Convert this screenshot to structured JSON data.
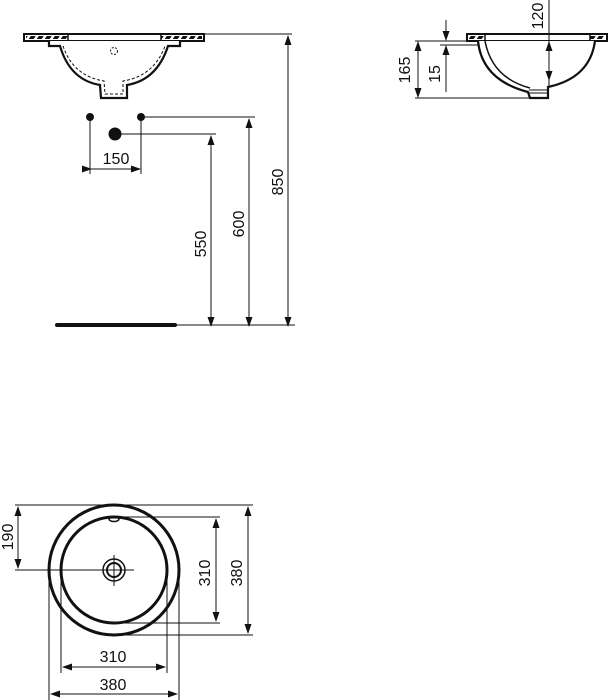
{
  "drawing": {
    "front_view": {
      "dimensions": {
        "tap_spacing": "150",
        "waste_height": "550",
        "supply_height": "600",
        "rim_height": "850"
      }
    },
    "side_view": {
      "dimensions": {
        "total_depth": "165",
        "rim_thickness": "15",
        "bowl_depth": "120"
      }
    },
    "plan_view": {
      "dimensions": {
        "center_to_edge": "190",
        "inner_diameter_v": "310",
        "outer_diameter_v": "380",
        "inner_diameter_h": "310",
        "outer_diameter_h": "380"
      }
    },
    "colors": {
      "line": "#111111",
      "background": "#ffffff"
    }
  }
}
